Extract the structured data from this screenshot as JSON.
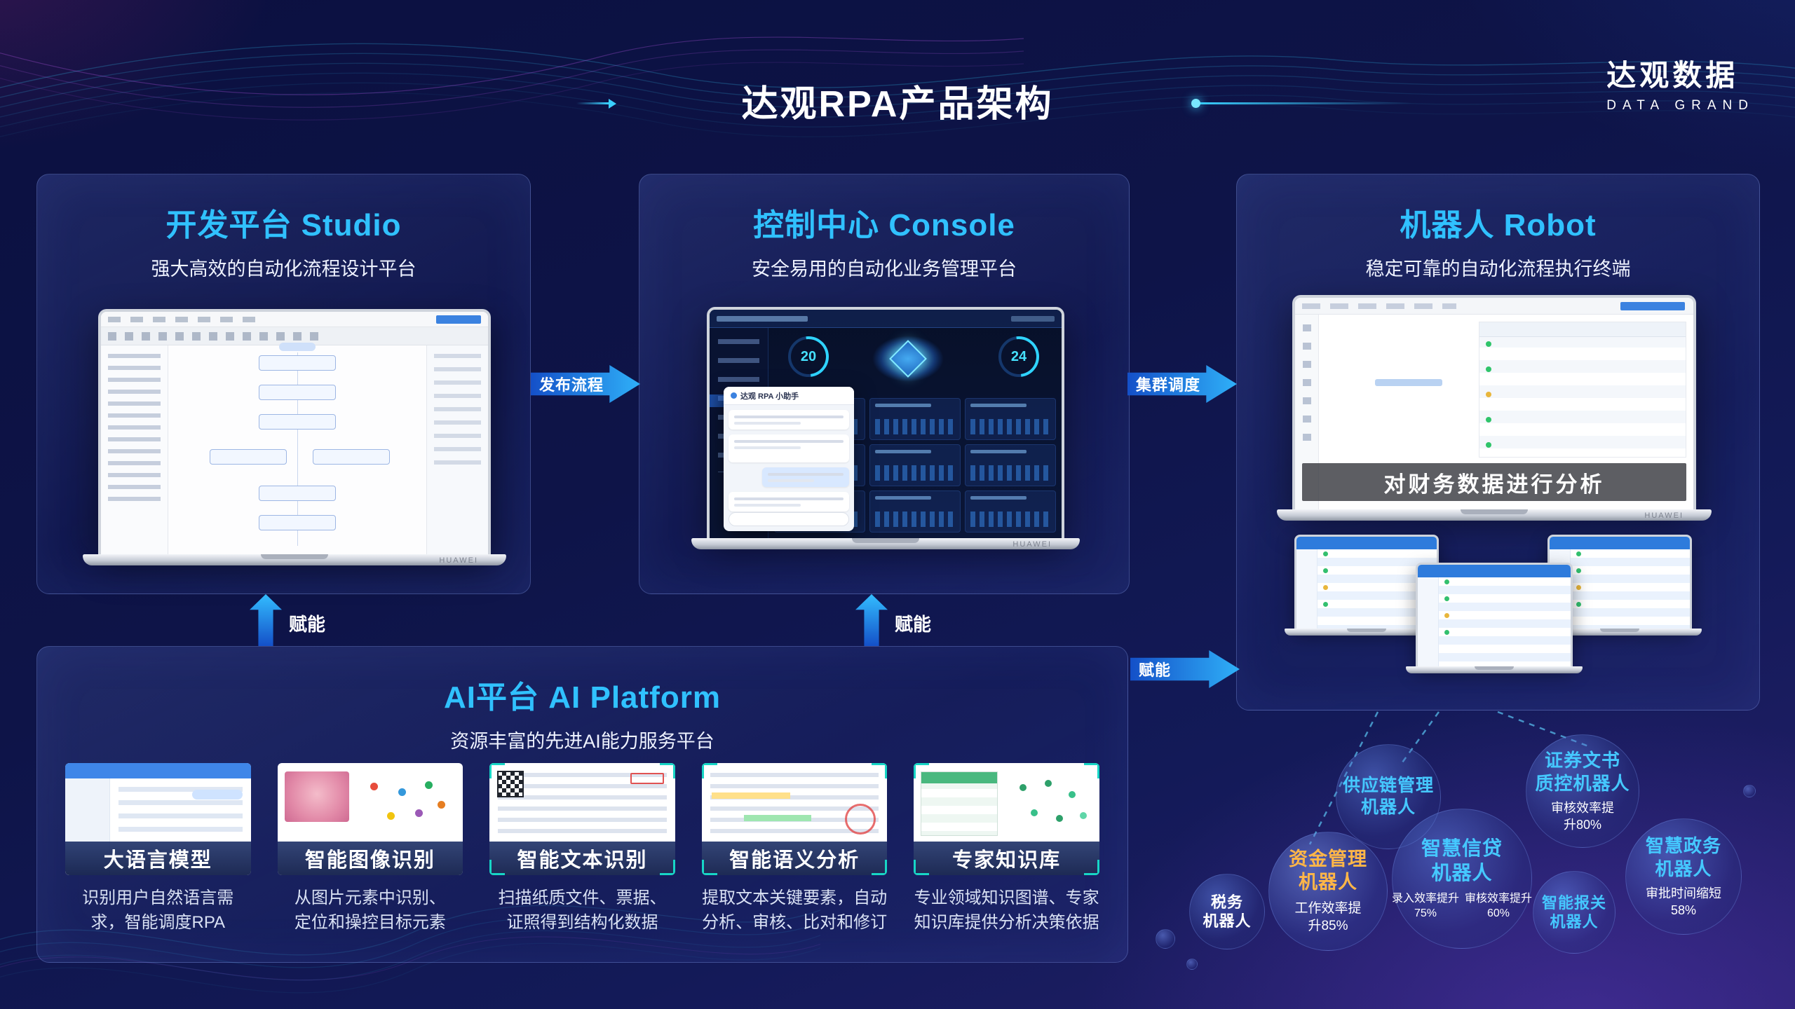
{
  "page": {
    "title": "达观RPA产品架构",
    "logo_cn": "达观数据",
    "logo_en": "DATA GRAND"
  },
  "arrows": {
    "publish": "发布流程",
    "schedule": "集群调度",
    "empower_studio": "赋能",
    "empower_console": "赋能",
    "empower_robot": "赋能"
  },
  "studio": {
    "title": "开发平台 Studio",
    "subtitle": "强大高效的自动化流程设计平台",
    "brand": "HUAWEI"
  },
  "console": {
    "title": "控制中心 Console",
    "subtitle": "安全易用的自动化业务管理平台",
    "brand": "HUAWEI",
    "screen": {
      "gauge_left": "20",
      "gauge_right": "24",
      "assistant_title": "达观 RPA 小助手"
    }
  },
  "robot": {
    "title": "机器人 Robot",
    "subtitle": "稳定可靠的自动化流程执行终端",
    "brand": "HUAWEI",
    "screen_caption": "对财务数据进行分析"
  },
  "ai": {
    "title": "AI平台 AI Platform",
    "subtitle": "资源丰富的先进AI能力服务平台",
    "cards": [
      {
        "label": "大语言模型",
        "desc": "识别用户自然语言需\n求，智能调度RPA"
      },
      {
        "label": "智能图像识别",
        "desc": "从图片元素中识别、\n定位和操控目标元素"
      },
      {
        "label": "智能文本识别",
        "desc": "扫描纸质文件、票据、\n证照得到结构化数据"
      },
      {
        "label": "智能语义分析",
        "desc": "提取文本关键要素，自动\n分析、审核、比对和修订"
      },
      {
        "label": "专家知识库",
        "desc": "专业领域知识图谱、专家\n知识库提供分析决策依据"
      }
    ]
  },
  "robots_bubbles": [
    {
      "label": "税务\n机器人",
      "stat": ""
    },
    {
      "label": "资金管理\n机器人",
      "stat": "工作效率提升85%"
    },
    {
      "label": "供应链管理\n机器人",
      "stat": ""
    },
    {
      "label": "智慧信贷\n机器人",
      "stat": "录入效率提升75%",
      "stat2": "审核效率提升60%"
    },
    {
      "label": "证券文书\n质控机器人",
      "stat": "审核效率提升80%"
    },
    {
      "label": "智能报关\n机器人",
      "stat": ""
    },
    {
      "label": "智慧政务\n机器人",
      "stat": "审批时间缩短58%"
    }
  ]
}
